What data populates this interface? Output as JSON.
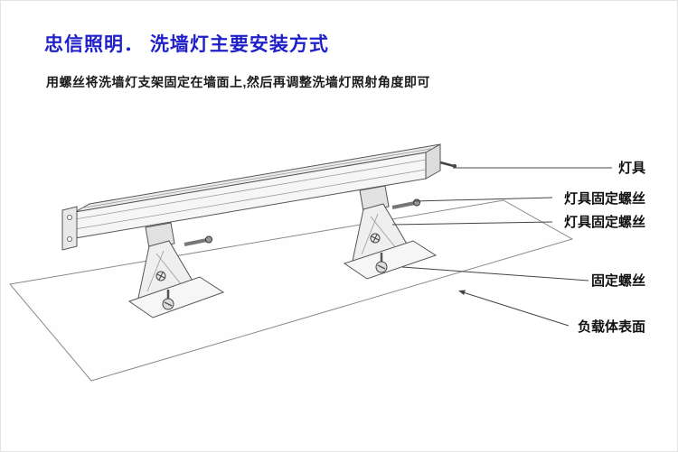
{
  "page": {
    "title": "忠信照明． 洗墙灯主要安装方式",
    "subtitle": "用螺丝将洗墙灯支架固定在墙面上,然后再调整洗墙灯照射角度即可"
  },
  "colors": {
    "title_blue": "#1f1fc8",
    "leader_line": "#444444"
  },
  "diagram": {
    "labels": [
      {
        "id": "lamp",
        "text": "灯具"
      },
      {
        "id": "lamp-fixing-screw-top",
        "text": "灯具固定螺丝"
      },
      {
        "id": "lamp-fixing-screw-bottom",
        "text": "灯具固定螺丝"
      },
      {
        "id": "fixing-screw",
        "text": "固定螺丝"
      },
      {
        "id": "load-surface",
        "text": "负载体表面"
      }
    ]
  }
}
